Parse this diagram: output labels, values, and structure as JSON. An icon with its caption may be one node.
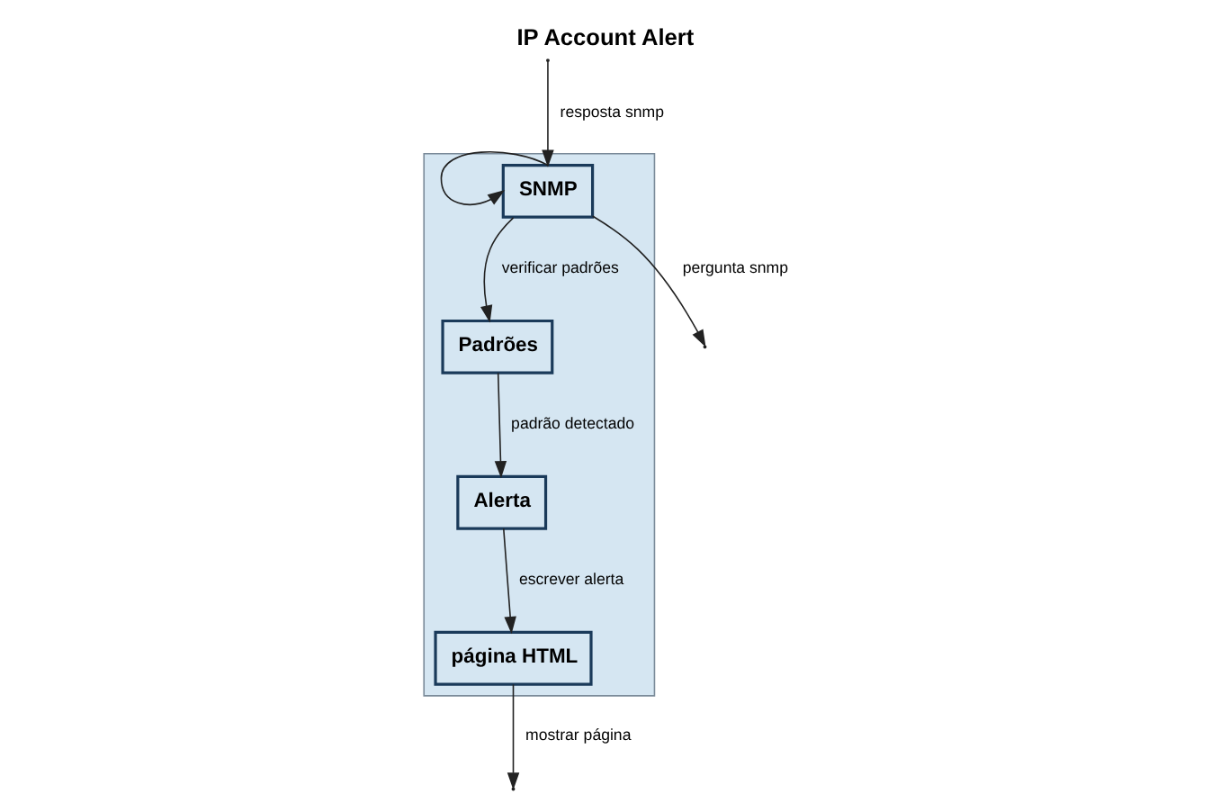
{
  "diagram": {
    "title": "IP Account Alert",
    "nodes": [
      {
        "text": [],
        "shape": "box"
      },
      {
        "text": [
          "SNMP"
        ],
        "in": 0
      },
      {
        "text": [
          "página HTML"
        ],
        "in": 0
      },
      {
        "text": [
          "Alerta"
        ],
        "in": 0
      },
      {
        "text": [
          "Padrões"
        ],
        "in": 0
      }
    ],
    "edges": [
      {
        "from": 1,
        "to": 1,
        "arrow": "to"
      },
      {
        "from": 1,
        "to": null,
        "arrow": "to",
        "label": "pergunta snmp"
      },
      {
        "from": null,
        "to": 1,
        "arrow": "to",
        "label": "resposta snmp"
      },
      {
        "from": 2,
        "to": null,
        "arrow": "to",
        "label": "mostrar página"
      },
      {
        "from": 1,
        "to": 4,
        "arrow": "to",
        "label": "verificar padrões"
      },
      {
        "from": 4,
        "to": 3,
        "arrow": "to",
        "label": "padrão detectado"
      },
      {
        "from": 3,
        "to": 2,
        "arrow": "to",
        "label": "escrever alerta"
      }
    ]
  }
}
